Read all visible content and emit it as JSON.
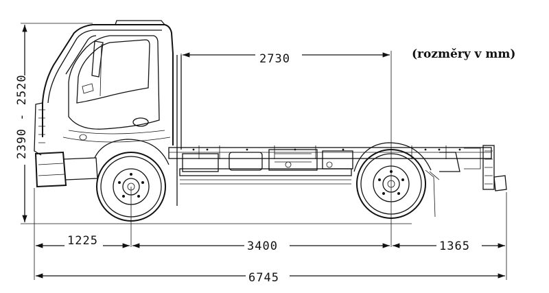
{
  "diagram": {
    "units_note": "(rozměry v mm)",
    "dimensions": {
      "cab_to_rear_axle": "2730",
      "height_range": "2390 - 2520",
      "front_overhang": "1225",
      "wheelbase": "3400",
      "rear_overhang": "1365",
      "overall_length": "6745"
    }
  }
}
